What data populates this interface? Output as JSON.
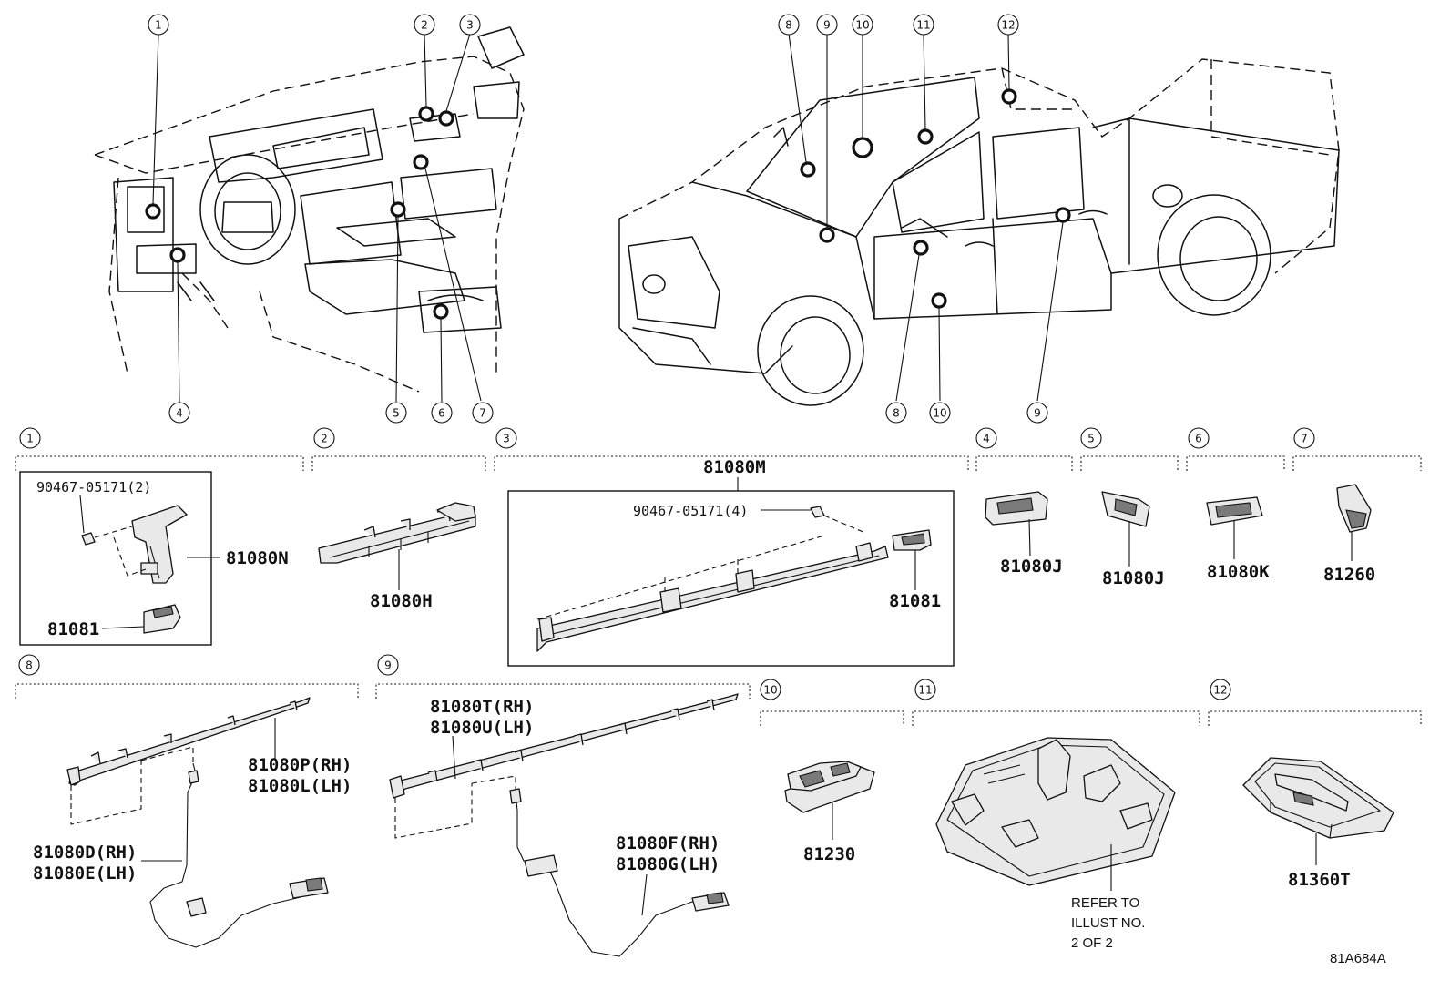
{
  "callout_numbers": [
    "1",
    "2",
    "3",
    "4",
    "5",
    "6",
    "7",
    "8",
    "9",
    "10",
    "11",
    "12"
  ],
  "sections": [
    {
      "num": "1",
      "parts": [
        "90467-05171(2)",
        "81080N",
        "81081"
      ]
    },
    {
      "num": "2",
      "parts": [
        "81080H"
      ]
    },
    {
      "num": "3",
      "parts": [
        "81080M",
        "90467-05171(4)",
        "81081"
      ]
    },
    {
      "num": "4",
      "parts": [
        "81080J"
      ]
    },
    {
      "num": "5",
      "parts": [
        "81080J"
      ]
    },
    {
      "num": "6",
      "parts": [
        "81080K"
      ]
    },
    {
      "num": "7",
      "parts": [
        "81260"
      ]
    },
    {
      "num": "8",
      "parts": [
        "81080P(RH)",
        "81080L(LH)",
        "81080D(RH)",
        "81080E(LH)"
      ]
    },
    {
      "num": "9",
      "parts": [
        "81080T(RH)",
        "81080U(LH)",
        "81080F(RH)",
        "81080G(LH)"
      ]
    },
    {
      "num": "10",
      "parts": [
        "81230"
      ]
    },
    {
      "num": "11",
      "parts": [],
      "note": [
        "REFER TO",
        "ILLUST NO.",
        "2 OF 2"
      ]
    },
    {
      "num": "12",
      "parts": [
        "81360T"
      ]
    }
  ],
  "illustration_code": "81A684A"
}
